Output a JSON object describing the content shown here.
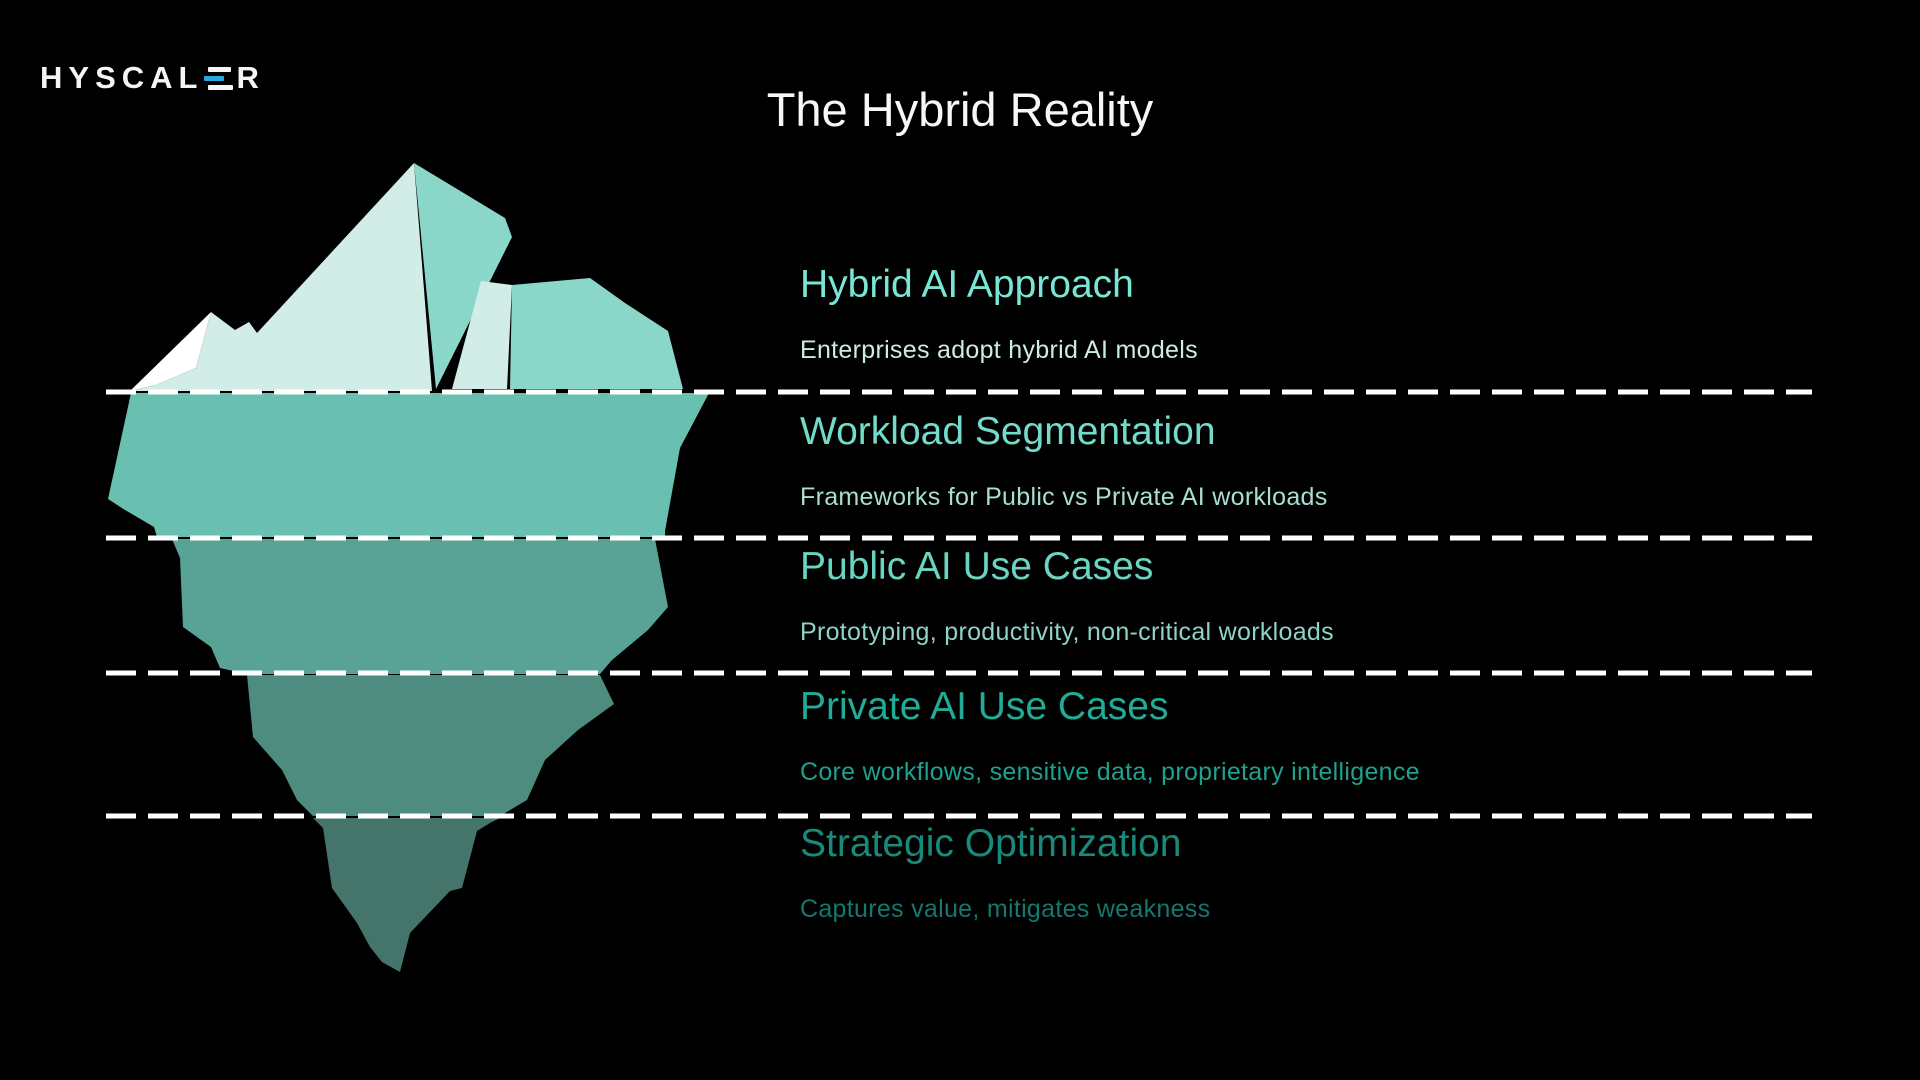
{
  "canvas": {
    "background": "#000000"
  },
  "brand": {
    "name_start": "HYSCAL",
    "name_end": "R",
    "accent_color": "#2aa9e0"
  },
  "header": {
    "title": "The Hybrid Reality"
  },
  "sections": [
    {
      "heading": "Hybrid AI Approach",
      "subtitle": "Enterprises adopt hybrid AI models",
      "heading_color": "#79e5d4",
      "subtitle_color": "#cdebe4"
    },
    {
      "heading": "Workload Segmentation",
      "subtitle": "Frameworks for Public vs Private AI workloads",
      "heading_color": "#71dccb",
      "subtitle_color": "#a9ded4"
    },
    {
      "heading": "Public AI Use Cases",
      "subtitle": "Prototyping, productivity, non-critical workloads",
      "heading_color": "#69d4c2",
      "subtitle_color": "#8fd3c7"
    },
    {
      "heading": "Private AI Use Cases",
      "subtitle": "Core workflows, sensitive data, proprietary intelligence",
      "heading_color": "#22ab97",
      "subtitle_color": "#1ea18d"
    },
    {
      "heading": "Strategic Optimization",
      "subtitle": "Captures value, mitigates weakness",
      "heading_color": "#178a7b",
      "subtitle_color": "#14786c"
    }
  ],
  "iceberg": {
    "colors": {
      "white_facet": "#ffffff",
      "light_facet": "#d2ece7",
      "mid_facet": "#8ad7ca",
      "band2": "#69c0b1",
      "band3": "#58a396",
      "band4": "#4e8c80",
      "band5": "#45746b"
    }
  },
  "divider": {
    "color": "#ffffff"
  }
}
